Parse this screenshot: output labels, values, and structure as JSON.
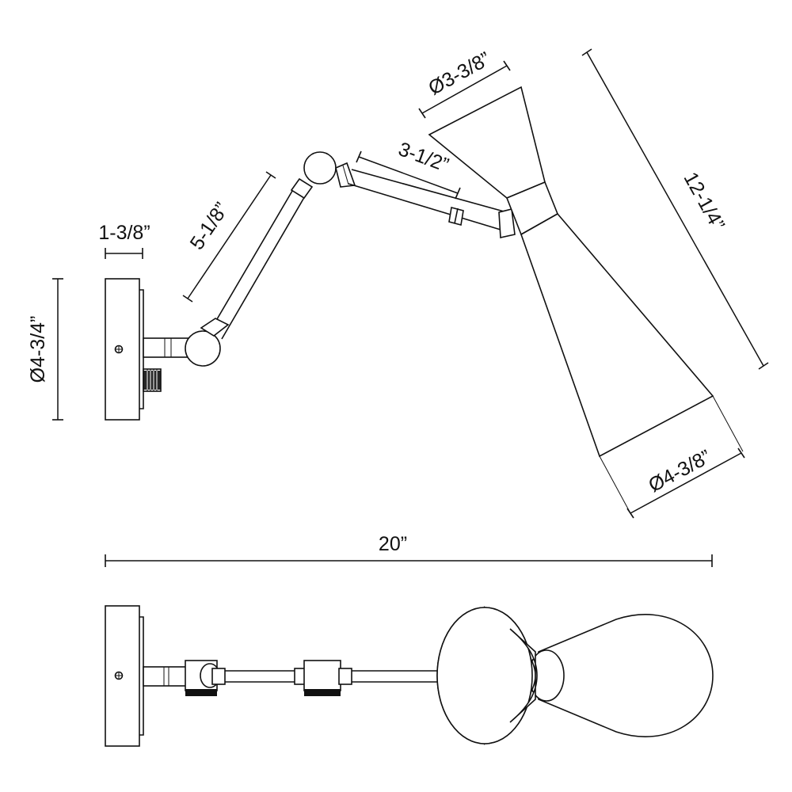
{
  "colors": {
    "line": "#111111",
    "background": "#ffffff"
  },
  "dimensions": {
    "backplate_depth": "1-3/8”",
    "backplate_diameter": "Ø4-3/4”",
    "lower_arm_length": "5-1/8”",
    "upper_arm_length": "3-1/2”",
    "shade_top_diameter": "Ø3-3/8”",
    "fixture_height": "12-1/4”",
    "shade_bottom_diameter": "Ø4-3/8”",
    "overall_extension": "20”"
  }
}
